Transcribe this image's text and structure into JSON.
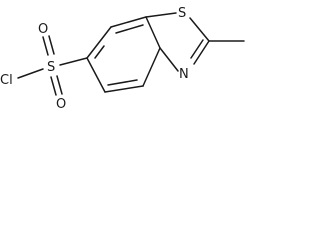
{
  "molecule": {
    "atoms": {
      "chlorine": "Cl",
      "sulfur_sulfonyl": "S",
      "oxygen_top": "O",
      "oxygen_bottom": "O",
      "sulfur_ring": "S",
      "nitrogen_ring": "N"
    }
  }
}
